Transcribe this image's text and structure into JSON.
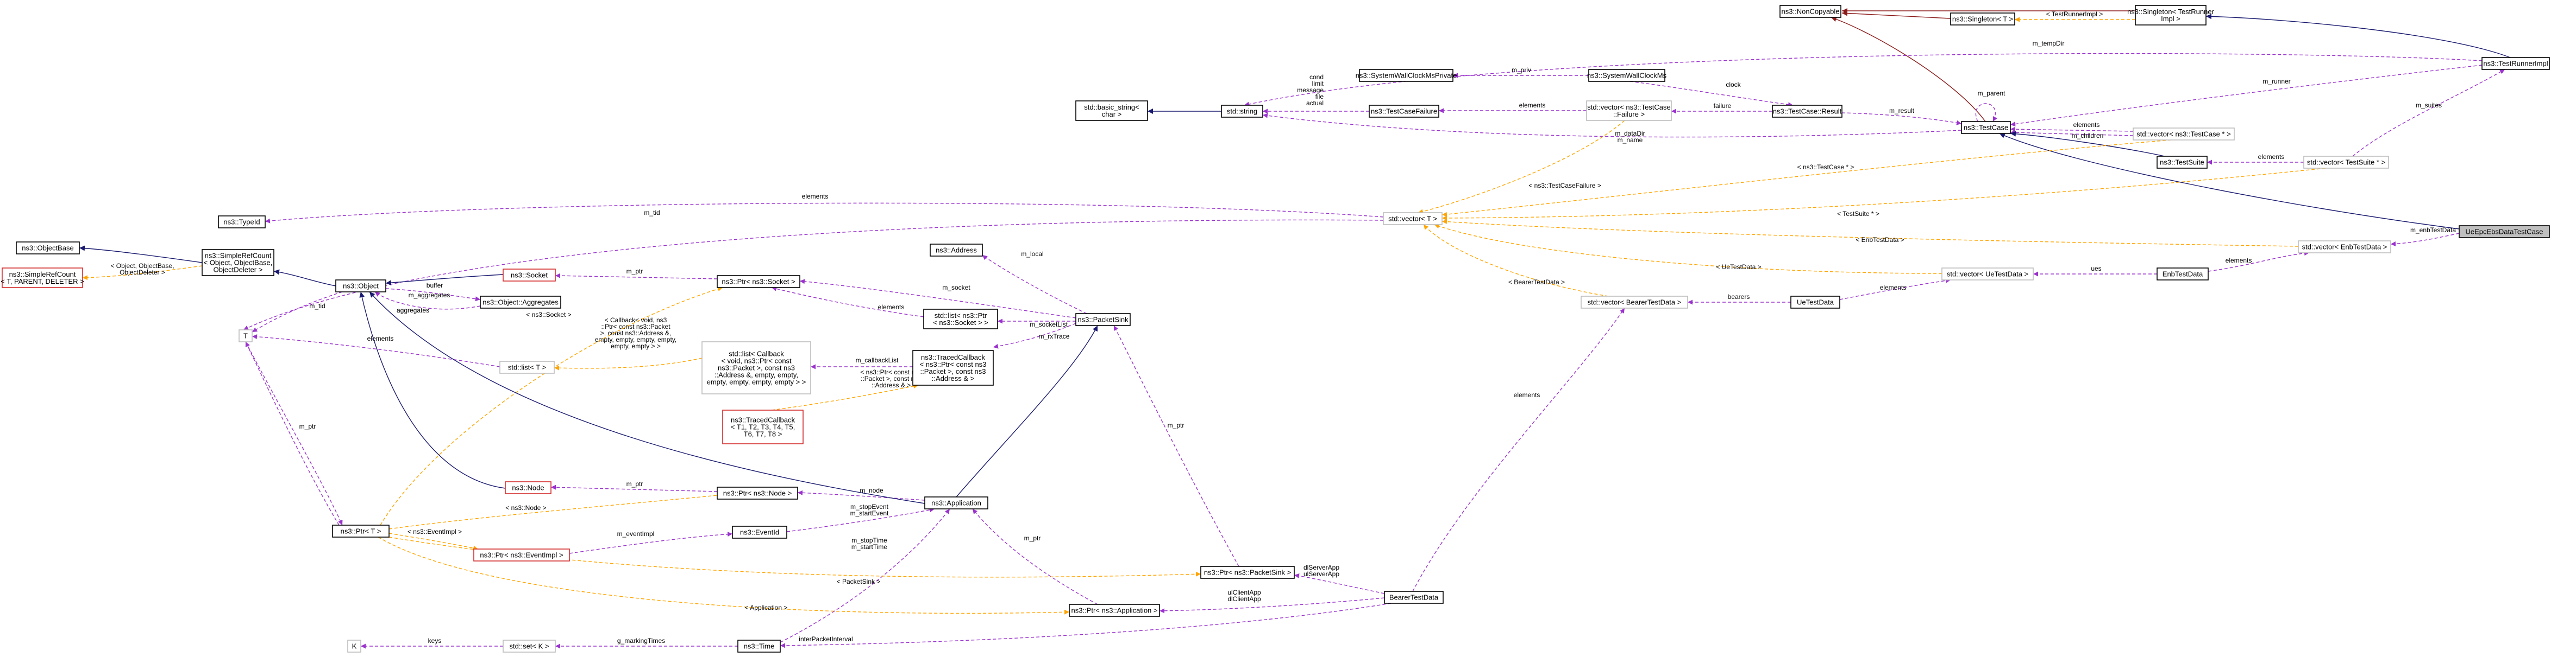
{
  "diagram": {
    "colors": {
      "member_edge": "#9a32cd",
      "template_edge": "#ffa500",
      "inherit_edge": "#191970",
      "inherit_edge_alt": "#8b1a1a",
      "node_border": "#000000",
      "node_border_red": "#d42a2a",
      "node_border_grey": "#bcbcbc",
      "focus_fill": "#bfbfbf"
    },
    "nodes": [
      {
        "id": "noncopyable",
        "lines": [
          "ns3::NonCopyable"
        ]
      },
      {
        "id": "singleton_runner",
        "lines": [
          "ns3::Singleton< TestRunner",
          "Impl >"
        ]
      },
      {
        "id": "singleton_t",
        "lines": [
          "ns3::Singleton< T >"
        ]
      },
      {
        "id": "testrunnerimpl",
        "lines": [
          "ns3::TestRunnerImpl"
        ]
      },
      {
        "id": "wallclock_private",
        "lines": [
          "ns3::SystemWallClockMsPrivate"
        ]
      },
      {
        "id": "wallclock",
        "lines": [
          "ns3::SystemWallClockMs"
        ]
      },
      {
        "id": "basic_string",
        "lines": [
          "std::basic_string<",
          "char >"
        ]
      },
      {
        "id": "std_string",
        "lines": [
          "std::string"
        ]
      },
      {
        "id": "testcasefailure",
        "lines": [
          "ns3::TestCaseFailure"
        ]
      },
      {
        "id": "vec_failure",
        "lines": [
          "std::vector< ns3::TestCase",
          "::Failure >"
        ]
      },
      {
        "id": "testcase_result",
        "lines": [
          "ns3::TestCase::Result"
        ]
      },
      {
        "id": "testcase",
        "lines": [
          "ns3::TestCase"
        ]
      },
      {
        "id": "vec_testcase",
        "lines": [
          "std::vector< ns3::TestCase * >"
        ]
      },
      {
        "id": "testsuite",
        "lines": [
          "ns3::TestSuite"
        ]
      },
      {
        "id": "vec_testsuite",
        "lines": [
          "std::vector< TestSuite * >"
        ]
      },
      {
        "id": "vector_t",
        "lines": [
          "std::vector< T >"
        ]
      },
      {
        "id": "focus",
        "lines": [
          "UeEpcEbsDataTestCase"
        ]
      },
      {
        "id": "vec_enb",
        "lines": [
          "std::vector< EnbTestData >"
        ]
      },
      {
        "id": "enbtestdata",
        "lines": [
          "EnbTestData"
        ]
      },
      {
        "id": "vec_ue",
        "lines": [
          "std::vector< UeTestData >"
        ]
      },
      {
        "id": "uetestdata",
        "lines": [
          "UeTestData"
        ]
      },
      {
        "id": "vec_bearer",
        "lines": [
          "std::vector< BearerTestData >"
        ]
      },
      {
        "id": "bearertestdata",
        "lines": [
          "BearerTestData"
        ]
      },
      {
        "id": "typeid",
        "lines": [
          "ns3::TypeId"
        ]
      },
      {
        "id": "objectbase",
        "lines": [
          "ns3::ObjectBase"
        ]
      },
      {
        "id": "simplerefcount",
        "lines": [
          "ns3::SimpleRefCount",
          "< Object, ObjectBase,",
          "ObjectDeleter >"
        ]
      },
      {
        "id": "simplerefcount_t",
        "lines": [
          "ns3::SimpleRefCount",
          "< T, PARENT, DELETER >"
        ]
      },
      {
        "id": "object",
        "lines": [
          "ns3::Object"
        ]
      },
      {
        "id": "aggregates",
        "lines": [
          "ns3::Object::Aggregates"
        ]
      },
      {
        "id": "socket",
        "lines": [
          "ns3::Socket"
        ]
      },
      {
        "id": "ptr_socket",
        "lines": [
          "ns3::Ptr< ns3::Socket >"
        ]
      },
      {
        "id": "address",
        "lines": [
          "ns3::Address"
        ]
      },
      {
        "id": "packetsink",
        "lines": [
          "ns3::PacketSink"
        ]
      },
      {
        "id": "list_ptr_socket",
        "lines": [
          "std::list< ns3::Ptr",
          "< ns3::Socket > >"
        ]
      },
      {
        "id": "t_param",
        "lines": [
          "T"
        ]
      },
      {
        "id": "list_t",
        "lines": [
          "std::list< T >"
        ]
      },
      {
        "id": "list_callback",
        "lines": [
          "std::list< Callback",
          "< void, ns3::Ptr< const",
          "ns3::Packet >, const ns3",
          "::Address &, empty, empty,",
          "empty, empty, empty, empty > >"
        ]
      },
      {
        "id": "tracedcallback",
        "lines": [
          "ns3::TracedCallback",
          "< ns3::Ptr< const ns3",
          "::Packet >, const ns3",
          "::Address & >"
        ]
      },
      {
        "id": "tracedcallback_t",
        "lines": [
          "ns3::TracedCallback",
          "< T1, T2, T3, T4, T5,",
          "T6, T7, T8 >"
        ]
      },
      {
        "id": "node",
        "lines": [
          "ns3::Node"
        ]
      },
      {
        "id": "ptr_node",
        "lines": [
          "ns3::Ptr< ns3::Node >"
        ]
      },
      {
        "id": "application",
        "lines": [
          "ns3::Application"
        ]
      },
      {
        "id": "ptr_t",
        "lines": [
          "ns3::Ptr< T >"
        ]
      },
      {
        "id": "eventid",
        "lines": [
          "ns3::EventId"
        ]
      },
      {
        "id": "ptr_eventimpl",
        "lines": [
          "ns3::Ptr< ns3::EventImpl >"
        ]
      },
      {
        "id": "ptr_packetsink",
        "lines": [
          "ns3::Ptr< ns3::PacketSink >"
        ]
      },
      {
        "id": "ptr_application",
        "lines": [
          "ns3::Ptr< ns3::Application >"
        ]
      },
      {
        "id": "k_param",
        "lines": [
          "K"
        ]
      },
      {
        "id": "set_k",
        "lines": [
          "std::set< K >"
        ]
      },
      {
        "id": "time",
        "lines": [
          "ns3::Time"
        ]
      }
    ],
    "edges": [
      {
        "id": "e_sr_nc",
        "lines": []
      },
      {
        "id": "e_st_nc",
        "lines": []
      },
      {
        "id": "e_tc_nc",
        "lines": []
      },
      {
        "id": "e_tri_sr",
        "lines": []
      },
      {
        "id": "e_st_sr",
        "lines": [
          "< TestRunnerImpl >"
        ]
      },
      {
        "id": "e_str_tri",
        "lines": [
          "m_tempDir"
        ]
      },
      {
        "id": "e_wcp_wc",
        "lines": [
          "m_priv"
        ]
      },
      {
        "id": "e_wc_res",
        "lines": [
          "clock"
        ]
      },
      {
        "id": "e_vf_res",
        "lines": [
          "failure"
        ]
      },
      {
        "id": "e_tcf_vf",
        "lines": [
          "elements"
        ]
      },
      {
        "id": "e_str_tcf",
        "lines": [
          "cond",
          "limit",
          "message",
          "file",
          "actual"
        ]
      },
      {
        "id": "e_bs_str",
        "lines": []
      },
      {
        "id": "e_res_tc",
        "lines": [
          "m_result"
        ]
      },
      {
        "id": "e_tc_tc",
        "lines": [
          "m_parent"
        ]
      },
      {
        "id": "e_tri_tc",
        "lines": [
          "m_runner"
        ]
      },
      {
        "id": "e_str_tc",
        "lines": [
          "m_dataDir",
          "m_name"
        ]
      },
      {
        "id": "e_tc_vtc",
        "lines": [
          "elements"
        ]
      },
      {
        "id": "e_vtc_tc",
        "lines": [
          "m_children"
        ]
      },
      {
        "id": "e_ts_tc",
        "lines": []
      },
      {
        "id": "e_ts_vts",
        "lines": [
          "elements"
        ]
      },
      {
        "id": "e_vts_tri",
        "lines": [
          "m_suites"
        ]
      },
      {
        "id": "e_focus_tc",
        "lines": []
      },
      {
        "id": "e_vt_vf",
        "lines": [
          "< ns3::TestCaseFailure >"
        ]
      },
      {
        "id": "e_vt_vtc",
        "lines": [
          "< ns3::TestCase * >"
        ]
      },
      {
        "id": "e_vt_vts",
        "lines": [
          "< TestSuite * >"
        ]
      },
      {
        "id": "e_vt_venb",
        "lines": [
          "< EnbTestData >"
        ]
      },
      {
        "id": "e_vt_vue",
        "lines": [
          "< UeTestData >"
        ]
      },
      {
        "id": "e_vt_vbear",
        "lines": [
          "< BearerTestData >"
        ]
      },
      {
        "id": "e_venb_focus",
        "lines": [
          "m_enbTestData"
        ]
      },
      {
        "id": "e_enb_venb",
        "lines": [
          "elements"
        ]
      },
      {
        "id": "e_vue_enb",
        "lines": [
          "ues"
        ]
      },
      {
        "id": "e_ue_vue",
        "lines": [
          "elements"
        ]
      },
      {
        "id": "e_vbear_ue",
        "lines": [
          "bearers"
        ]
      },
      {
        "id": "e_bear_vbear",
        "lines": [
          "elements"
        ]
      },
      {
        "id": "e_typeid_vt",
        "lines": [
          "elements"
        ]
      },
      {
        "id": "e_typeid_obj",
        "lines": [
          "m_tid"
        ]
      },
      {
        "id": "e_ob_srf",
        "lines": []
      },
      {
        "id": "e_srf_obj",
        "lines": []
      },
      {
        "id": "e_srft_srf",
        "lines": [
          "< Object, ObjectBase,",
          "ObjectDeleter >"
        ]
      },
      {
        "id": "e_sock_obj",
        "lines": [
          "buffer"
        ]
      },
      {
        "id": "e_obj_agg",
        "lines": [
          "m_aggregates"
        ]
      },
      {
        "id": "e_agg_obj",
        "lines": [
          "aggregates"
        ]
      },
      {
        "id": "e_sock_ptrsock",
        "lines": [
          "m_ptr"
        ]
      },
      {
        "id": "e_ptrsock_sink",
        "lines": [
          "m_socket"
        ]
      },
      {
        "id": "e_addr_sink",
        "lines": [
          "m_local"
        ]
      },
      {
        "id": "e_ptrsock_lps",
        "lines": [
          "elements"
        ]
      },
      {
        "id": "e_lps_sink",
        "lines": [
          "m_socketList"
        ]
      },
      {
        "id": "e_tcb_sink",
        "lines": [
          "m_rxTrace"
        ]
      },
      {
        "id": "e_lcb_tcb",
        "lines": [
          "m_callbackList"
        ]
      },
      {
        "id": "e_lt_lcb",
        "lines": [
          "< Callback< void, ns3",
          "::Ptr< const ns3::Packet",
          ">, const ns3::Address &,",
          "empty, empty, empty, empty,",
          "empty, empty > >"
        ]
      },
      {
        "id": "e_tcbt_tcb",
        "lines": [
          "< ns3::Ptr< const ns3",
          "::Packet >, const ns3",
          "::Address & >"
        ]
      },
      {
        "id": "e_t_lt",
        "lines": [
          "elements"
        ]
      },
      {
        "id": "e_obj_t",
        "lines": [
          "m_tid"
        ]
      },
      {
        "id": "e_ptrt_ptrsock",
        "lines": [
          "< ns3::Socket >"
        ]
      },
      {
        "id": "e_t_ptrt",
        "lines": [
          "m_ptr"
        ]
      },
      {
        "id": "e_ptrt_t",
        "lines": []
      },
      {
        "id": "e_node_ptrnode",
        "lines": [
          "m_ptr"
        ]
      },
      {
        "id": "e_ptrnode_app",
        "lines": [
          "m_node"
        ]
      },
      {
        "id": "e_ptrt_ptrnode",
        "lines": [
          "< ns3::Node >"
        ]
      },
      {
        "id": "e_app_sink",
        "lines": []
      },
      {
        "id": "e_obj_app",
        "lines": []
      },
      {
        "id": "e_obj_node",
        "lines": []
      },
      {
        "id": "e_eid_app",
        "lines": [
          "m_stopEvent",
          "m_startEvent"
        ]
      },
      {
        "id": "e_ptrei_eid",
        "lines": [
          "m_eventImpl"
        ]
      },
      {
        "id": "e_ptrt_ptrei",
        "lines": [
          "< ns3::EventImpl >"
        ]
      },
      {
        "id": "e_time_app",
        "lines": [
          "m_stopTime",
          "m_startTime"
        ]
      },
      {
        "id": "e_sink_ptrsink",
        "lines": [
          "m_ptr"
        ]
      },
      {
        "id": "e_app_ptrapp",
        "lines": [
          "m_ptr"
        ]
      },
      {
        "id": "e_ptrt_ptrsink",
        "lines": [
          "< PacketSink >"
        ]
      },
      {
        "id": "e_ptrt_ptrapp",
        "lines": [
          "< Application >"
        ]
      },
      {
        "id": "e_ptrsink_bear",
        "lines": [
          "dlServerApp",
          "ulServerApp"
        ]
      },
      {
        "id": "e_ptrapp_bear",
        "lines": [
          "ulClientApp",
          "dlClientApp"
        ]
      },
      {
        "id": "e_time_bear",
        "lines": [
          "interPacketInterval"
        ]
      },
      {
        "id": "e_k_set",
        "lines": [
          "keys"
        ]
      },
      {
        "id": "e_set_time",
        "lines": [
          "g_markingTimes"
        ]
      }
    ]
  }
}
